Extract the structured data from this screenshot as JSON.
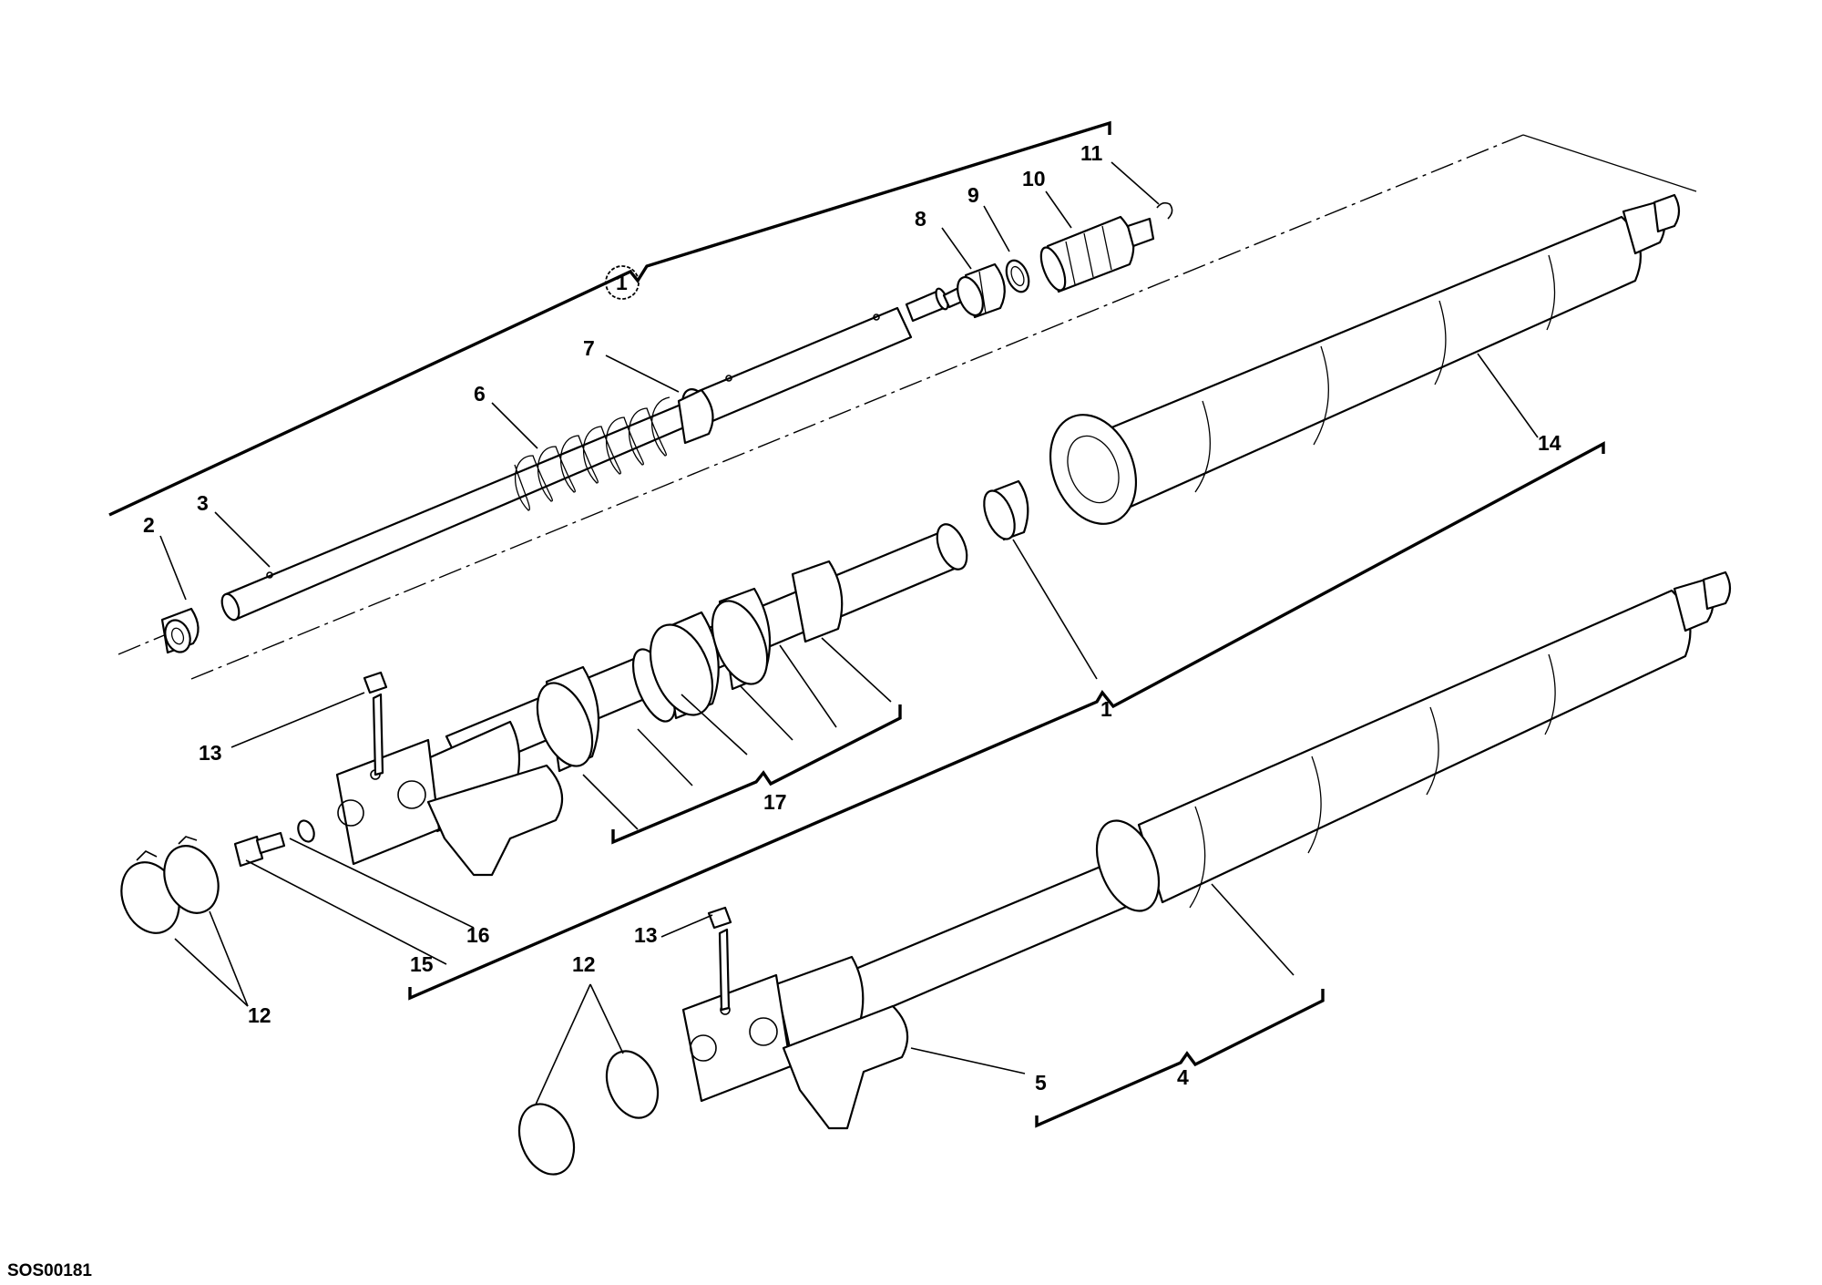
{
  "diagram": {
    "callouts": [
      {
        "id": "c1_circled",
        "text": "1",
        "circled": true
      },
      {
        "id": "c2",
        "text": "2"
      },
      {
        "id": "c3",
        "text": "3"
      },
      {
        "id": "c6",
        "text": "6"
      },
      {
        "id": "c7",
        "text": "7"
      },
      {
        "id": "c8",
        "text": "8"
      },
      {
        "id": "c9",
        "text": "9"
      },
      {
        "id": "c10",
        "text": "10"
      },
      {
        "id": "c11",
        "text": "11"
      },
      {
        "id": "c14",
        "text": "14"
      },
      {
        "id": "c1",
        "text": "1"
      },
      {
        "id": "c13a",
        "text": "13"
      },
      {
        "id": "c17",
        "text": "17"
      },
      {
        "id": "c16",
        "text": "16"
      },
      {
        "id": "c15",
        "text": "15"
      },
      {
        "id": "c12a",
        "text": "12"
      },
      {
        "id": "c12b",
        "text": "12"
      },
      {
        "id": "c13b",
        "text": "13"
      },
      {
        "id": "c5",
        "text": "5"
      },
      {
        "id": "c4",
        "text": "4"
      }
    ],
    "drawing_code": "SOS00181"
  }
}
